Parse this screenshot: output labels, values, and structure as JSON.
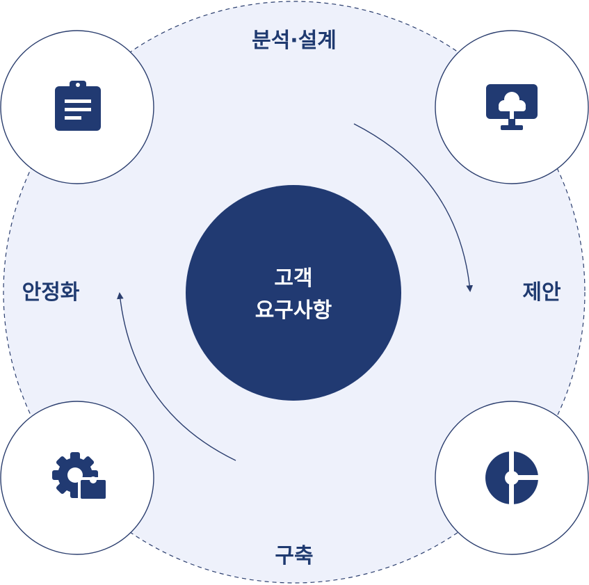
{
  "center": {
    "line1": "고객",
    "line2": "요구사항"
  },
  "stages": {
    "top": "분석·설계",
    "right": "제안",
    "bottom": "구축",
    "left": "안정화"
  },
  "icons": {
    "top_left": "clipboard-icon",
    "top_right": "cloud-monitor-icon",
    "bottom_right": "pie-chart-icon",
    "bottom_left": "gear-puzzle-icon"
  },
  "colors": {
    "navy": "#213a72",
    "ring_fill": "#eef1fb",
    "ring_stroke": "#2b3e6e",
    "white": "#ffffff"
  }
}
